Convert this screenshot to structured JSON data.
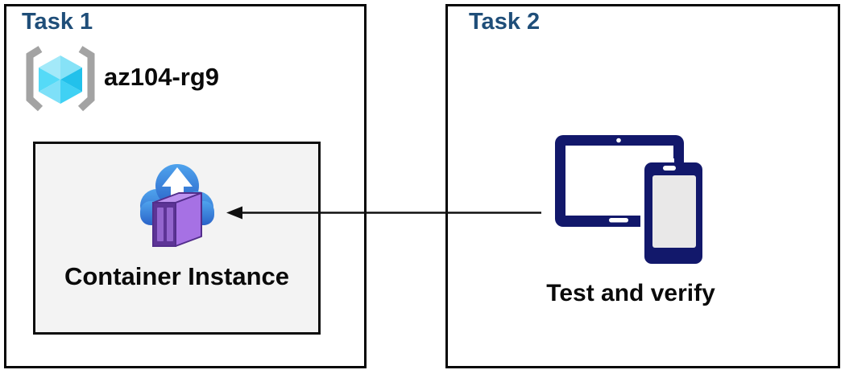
{
  "task1": {
    "title": "Task 1",
    "resource_group": {
      "name": "az104-rg9",
      "icon": "resource-group-icon"
    },
    "container_box": {
      "label": "Container Instance",
      "icon": "container-instances-icon"
    }
  },
  "task2": {
    "title": "Task 2",
    "label": "Test and verify",
    "icon": "devices-icon"
  },
  "connector": {
    "from": "task2-devices",
    "to": "container-instance",
    "direction": "right-to-left"
  },
  "colors": {
    "title_blue": "#1F4E79",
    "device_navy": "#12186B",
    "bracket_gray": "#A3A3A3",
    "cloud_blue_top": "#4FA3ED",
    "cloud_blue_bottom": "#2A63C8",
    "container_purple_side": "#A671E4",
    "container_purple_front": "#5D3496",
    "container_purple_panel": "#9365CE",
    "container_purple_top": "#BC92EF",
    "inner_box_bg": "#F3F3F3",
    "border_black": "#050505",
    "phone_screen_gray": "#E9E8E8"
  }
}
